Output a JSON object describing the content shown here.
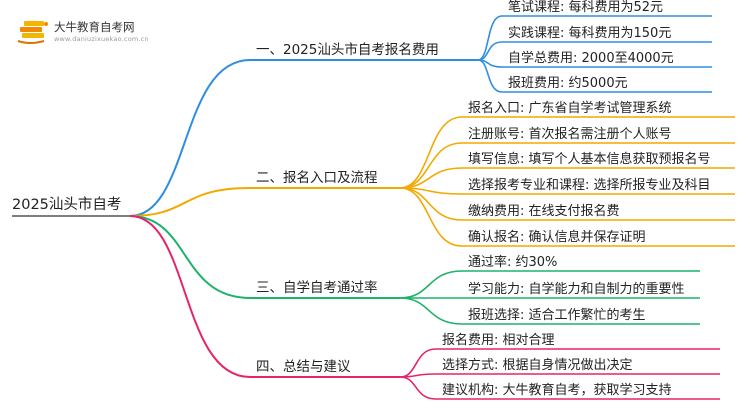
{
  "logo": {
    "name": "大牛教育自考网",
    "url": "www.daniuzixuekao.com.cn",
    "icon": "book-stack-icon"
  },
  "root": {
    "label": "2025汕头市自考"
  },
  "branches": [
    {
      "label": "一、2025汕头市自考报名费用",
      "color": "#2f8de4",
      "children": [
        "笔试课程: 每科费用为52元",
        "实践课程: 每科费用为150元",
        "自学总费用: 2000至4000元",
        "报班费用: 约5000元"
      ]
    },
    {
      "label": "二、报名入口及流程",
      "color": "#f2a900",
      "children": [
        "报名入口: 广东省自学考试管理系统",
        "注册账号: 首次报名需注册个人账号",
        "填写信息: 填写个人基本信息获取预报名号",
        "选择报考专业和课程: 选择所报专业及科目",
        "缴纳费用: 在线支付报名费",
        "确认报名: 确认信息并保存证明"
      ]
    },
    {
      "label": "三、自学自考通过率",
      "color": "#1db36b",
      "children": [
        "通过率: 约30%",
        "学习能力: 自学能力和自制力的重要性",
        "报班选择: 适合工作繁忙的考生"
      ]
    },
    {
      "label": "四、总结与建议",
      "color": "#e5246b",
      "children": [
        "报名费用: 相对合理",
        "选择方式: 根据自身情况做出决定",
        "建议机构: 大牛教育自考，获取学习支持"
      ]
    }
  ]
}
